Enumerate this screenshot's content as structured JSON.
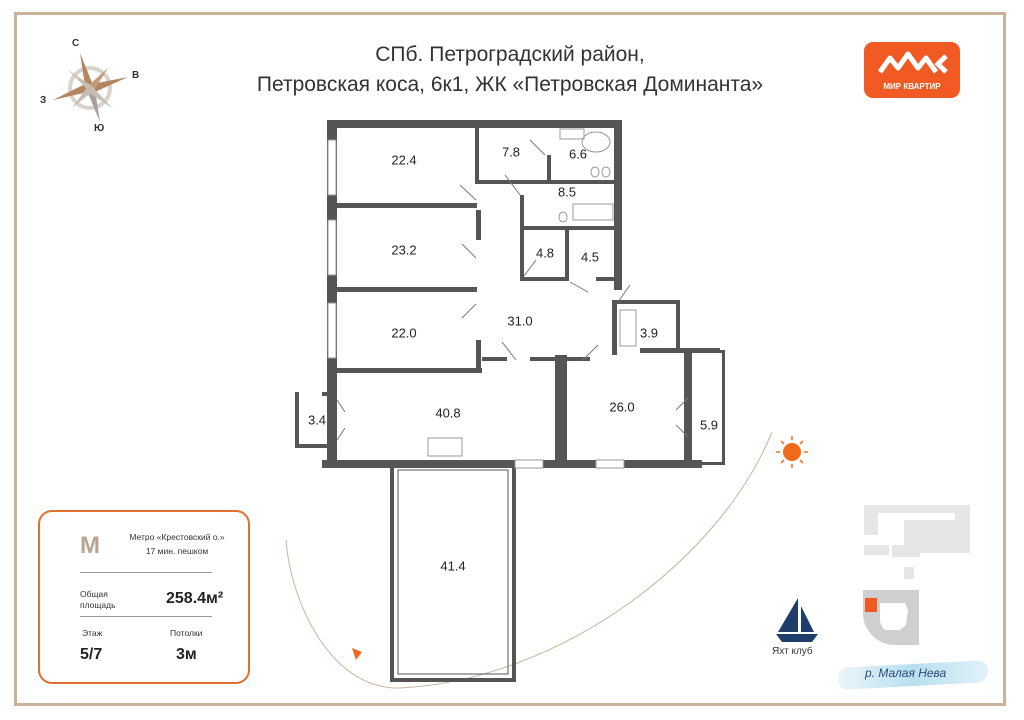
{
  "header": {
    "title_line1": "СПб. Петроградский район,",
    "title_line2": "Петровская коса, 6к1, ЖК «Петровская Доминанта»"
  },
  "logo": {
    "text": "МИР КВАРТИР",
    "color": "#f15a22"
  },
  "compass": {
    "north": "С",
    "east": "В",
    "south": "Ю",
    "west": "З"
  },
  "rooms": [
    {
      "area": "22.4"
    },
    {
      "area": "7.8"
    },
    {
      "area": "6.6"
    },
    {
      "area": "8.5"
    },
    {
      "area": "23.2"
    },
    {
      "area": "4.8"
    },
    {
      "area": "4.5"
    },
    {
      "area": "22.0"
    },
    {
      "area": "31.0"
    },
    {
      "area": "3.9"
    },
    {
      "area": "3.4"
    },
    {
      "area": "40.8"
    },
    {
      "area": "26.0"
    },
    {
      "area": "5.9"
    },
    {
      "area": "41.4"
    }
  ],
  "info_card": {
    "metro_line1": "Метро «Крестовский о.»",
    "metro_line2": "17 мин. пешком",
    "area_label_line1": "Общая",
    "area_label_line2": "площадь",
    "area_value": "258.4м²",
    "floor_label": "Этаж",
    "floor_value": "5/7",
    "ceiling_label": "Потолки",
    "ceiling_value": "3м",
    "accent_color": "#e0702e"
  },
  "map": {
    "yacht_club": "Яхт клуб",
    "river": "р. Малая Нева"
  }
}
